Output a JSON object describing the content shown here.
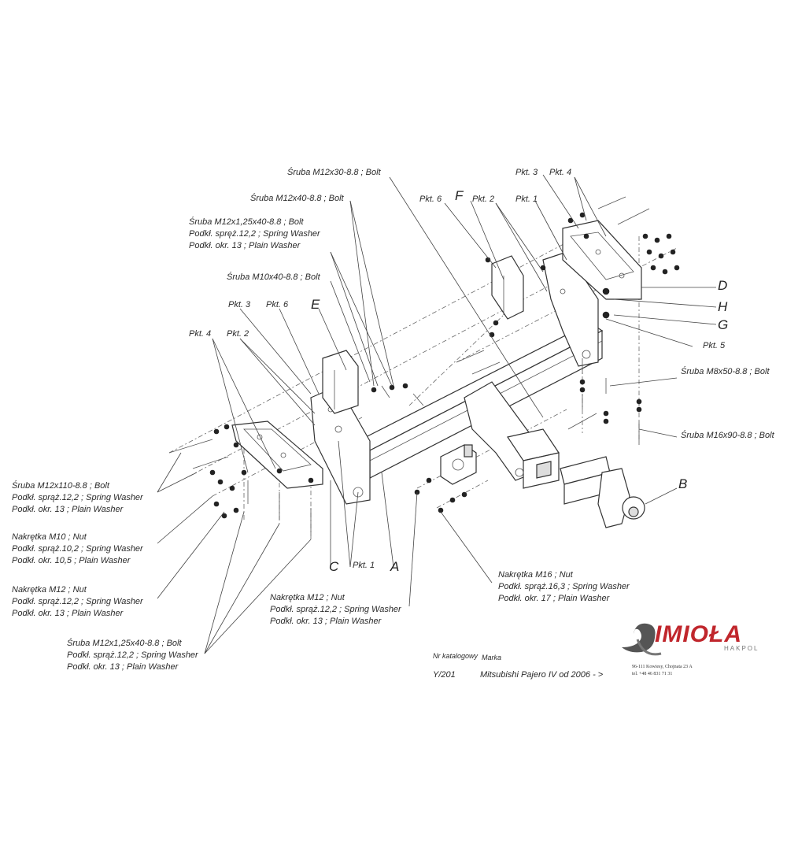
{
  "labels": {
    "bolt_m12x30": "Śruba M12x30-8.8 ; Bolt",
    "bolt_m12x40": "Śruba M12x40-8.8 ; Bolt",
    "bolt_m12x125_top": [
      "Śruba M12x1,25x40-8.8 ; Bolt",
      "Podkł. spręż.12,2 ; Spring Washer",
      "Podkł. okr. 13 ; Plain Washer"
    ],
    "bolt_m10x40": "Śruba M10x40-8.8 ; Bolt",
    "bolt_m8x50": "Śruba M8x50-8.8 ; Bolt",
    "bolt_m16x90": "Śruba M16x90-8.8 ; Bolt",
    "bolt_m12x110": [
      "Śruba M12x110-8.8 ; Bolt",
      "Podkł. sprąż.12,2 ; Spring Washer",
      "Podkł. okr. 13 ; Plain Washer"
    ],
    "nut_m10": [
      "Nakrętka M10 ; Nut",
      "Podkł. sprąż.10,2 ; Spring Washer",
      "Podkł. okr. 10,5 ; Plain Washer"
    ],
    "nut_m12_left": [
      "Nakrętka M12 ; Nut",
      "Podkł. sprąż.12,2 ; Spring Washer",
      "Podkł. okr. 13 ; Plain Washer"
    ],
    "bolt_m12x125_bottom": [
      "Śruba M12x1,25x40-8.8 ; Bolt",
      "Podkł. sprąż.12,2 ; Spring Washer",
      "Podkł. okr. 13 ; Plain Washer"
    ],
    "nut_m12_center": [
      "Nakrętka M12 ; Nut",
      "Podkł. sprąż.12,2 ; Spring Washer",
      "Podkł. okr. 13 ; Plain Washer"
    ],
    "nut_m16": [
      "Nakrętka M16 ; Nut",
      "Podkł. sprąż.16,3 ; Spring Washer",
      "Podkł. okr. 17 ; Plain Washer"
    ]
  },
  "points": {
    "pkt3_right": "Pkt. 3",
    "pkt4_right": "Pkt. 4",
    "pkt6_right": "Pkt. 6",
    "pkt2_right": "Pkt. 2",
    "pkt1_right": "Pkt. 1",
    "pkt5": "Pkt. 5",
    "pkt3_left": "Pkt. 3",
    "pkt6_left": "Pkt. 6",
    "pkt4_left": "Pkt. 4",
    "pkt2_left": "Pkt. 2",
    "pkt1_bottom": "Pkt. 1"
  },
  "letters": {
    "A": "A",
    "B": "B",
    "C": "C",
    "D": "D",
    "E": "E",
    "F": "F",
    "G": "G",
    "H": "H"
  },
  "title_block": {
    "catalog_label": "Nr katalogowy",
    "catalog_value": "Y/201",
    "brand_label": "Marka",
    "brand_value": "Mitsubishi Pajero IV   od 2006 - >"
  },
  "logo": {
    "name": "IMIOŁA",
    "sub": "HAKPOL",
    "address": "96-111 Kowiesy, Chojnata 23 A",
    "phone": "tel. +48 46 831 71 31",
    "color": "#c0262c"
  }
}
